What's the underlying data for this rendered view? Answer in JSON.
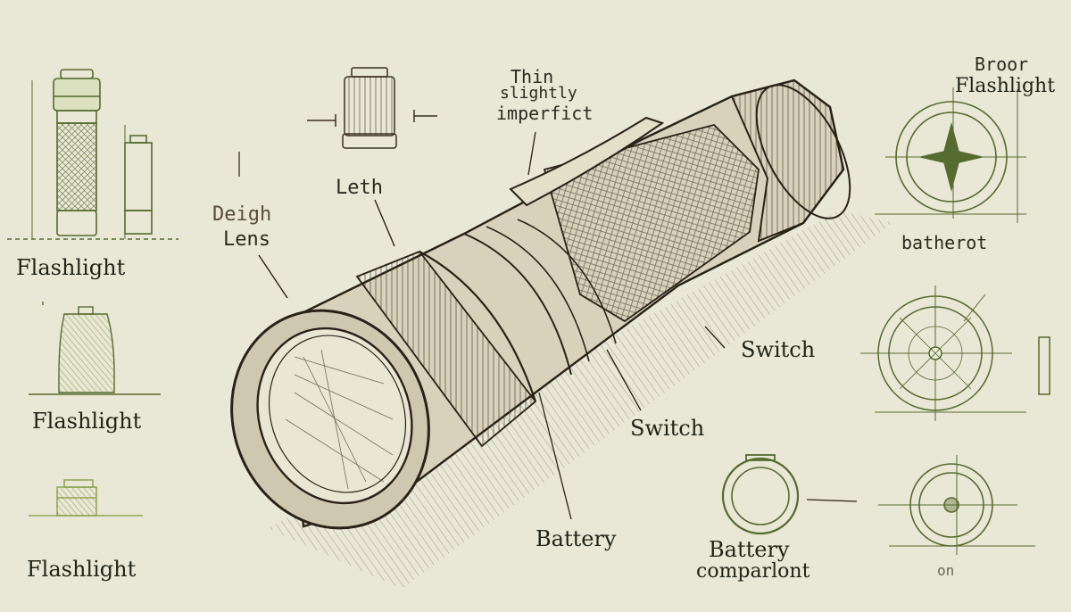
{
  "colors": {
    "paper": "#e9e7d6",
    "ink": "#2a2218",
    "ink_light": "#5a4c3c",
    "green": "#556b2f",
    "green_light": "#8fa05a"
  },
  "labels": {
    "flashlight_top": "Flashlight",
    "flashlight_mid": "Flashlight",
    "flashlight_bottom": "Flashlight",
    "design_lens_1": "Deigh",
    "design_lens_2": "Lens",
    "length": "Leth",
    "note_1": "Thin",
    "note_2": "slightly",
    "note_3": "imperfict",
    "switch_right": "Switch",
    "switch_center": "Switch",
    "battery": "Battery",
    "battery_compartment_1": "Battery",
    "battery_compartment_2": "comparlont",
    "broor": "Broor",
    "flashlight_right": "Flashlight",
    "batherot": "batherot",
    "on": "on"
  }
}
